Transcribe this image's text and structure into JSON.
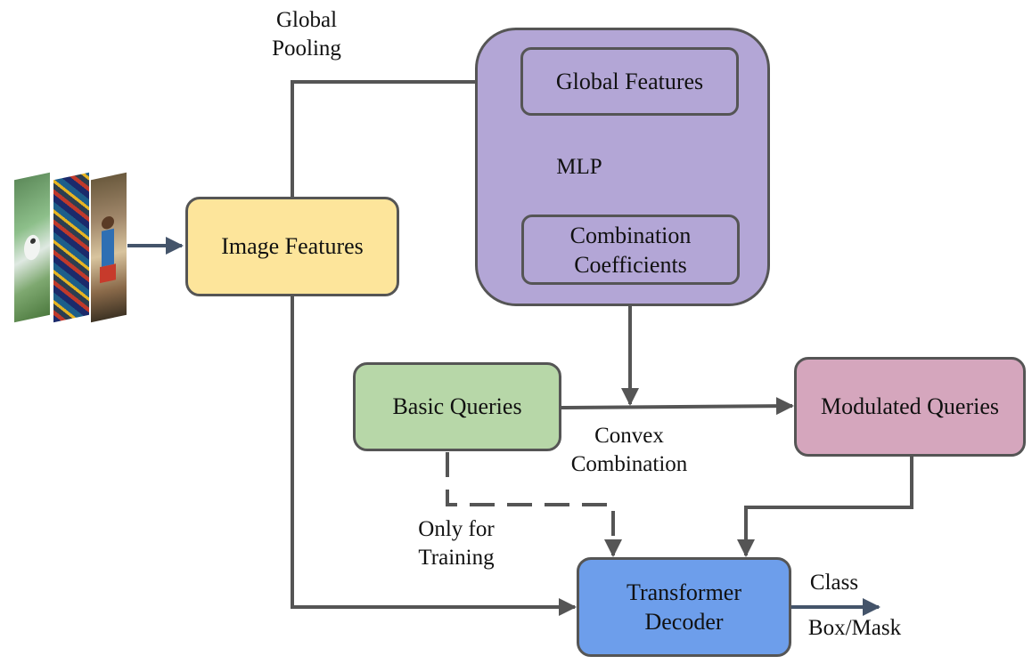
{
  "nodes": {
    "image_features": "Image Features",
    "global_features": "Global Features",
    "combination_coefficients": [
      "Combination",
      "Coefficients"
    ],
    "basic_queries": "Basic Queries",
    "modulated_queries": "Modulated Queries",
    "transformer_decoder": [
      "Transformer",
      "Decoder"
    ]
  },
  "edge_labels": {
    "global_pooling": [
      "Global",
      "Pooling"
    ],
    "mlp": "MLP",
    "convex_combination": [
      "Convex",
      "Combination"
    ],
    "only_for_training": [
      "Only for",
      "Training"
    ],
    "class": "Class",
    "box_mask": "Box/Mask"
  },
  "colors": {
    "image_features": "#fde59b",
    "global_container": "#b3a6d6",
    "global_inner": "#b3a6d6",
    "basic_queries": "#b7d7a8",
    "modulated_queries": "#d5a6bd",
    "transformer_decoder": "#6d9eeb",
    "border": "#555555",
    "input_arrow": "#44546a"
  }
}
